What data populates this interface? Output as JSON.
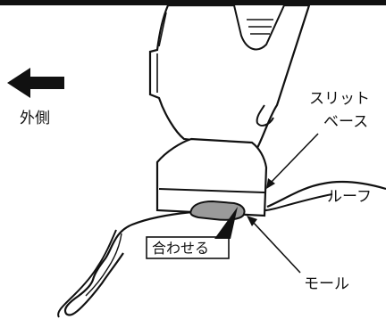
{
  "labels": {
    "direction": "外側",
    "slit_base_line1": "スリット",
    "slit_base_line2": "ベース",
    "roof": "ルーフ",
    "align": "合わせる",
    "molding": "モール"
  },
  "icons": {
    "direction_arrow": "arrow-left-icon"
  },
  "colors": {
    "line": "#111111",
    "fill": "#ffffff",
    "molding_fill": "#9a9a9a",
    "frame": "#111111"
  }
}
